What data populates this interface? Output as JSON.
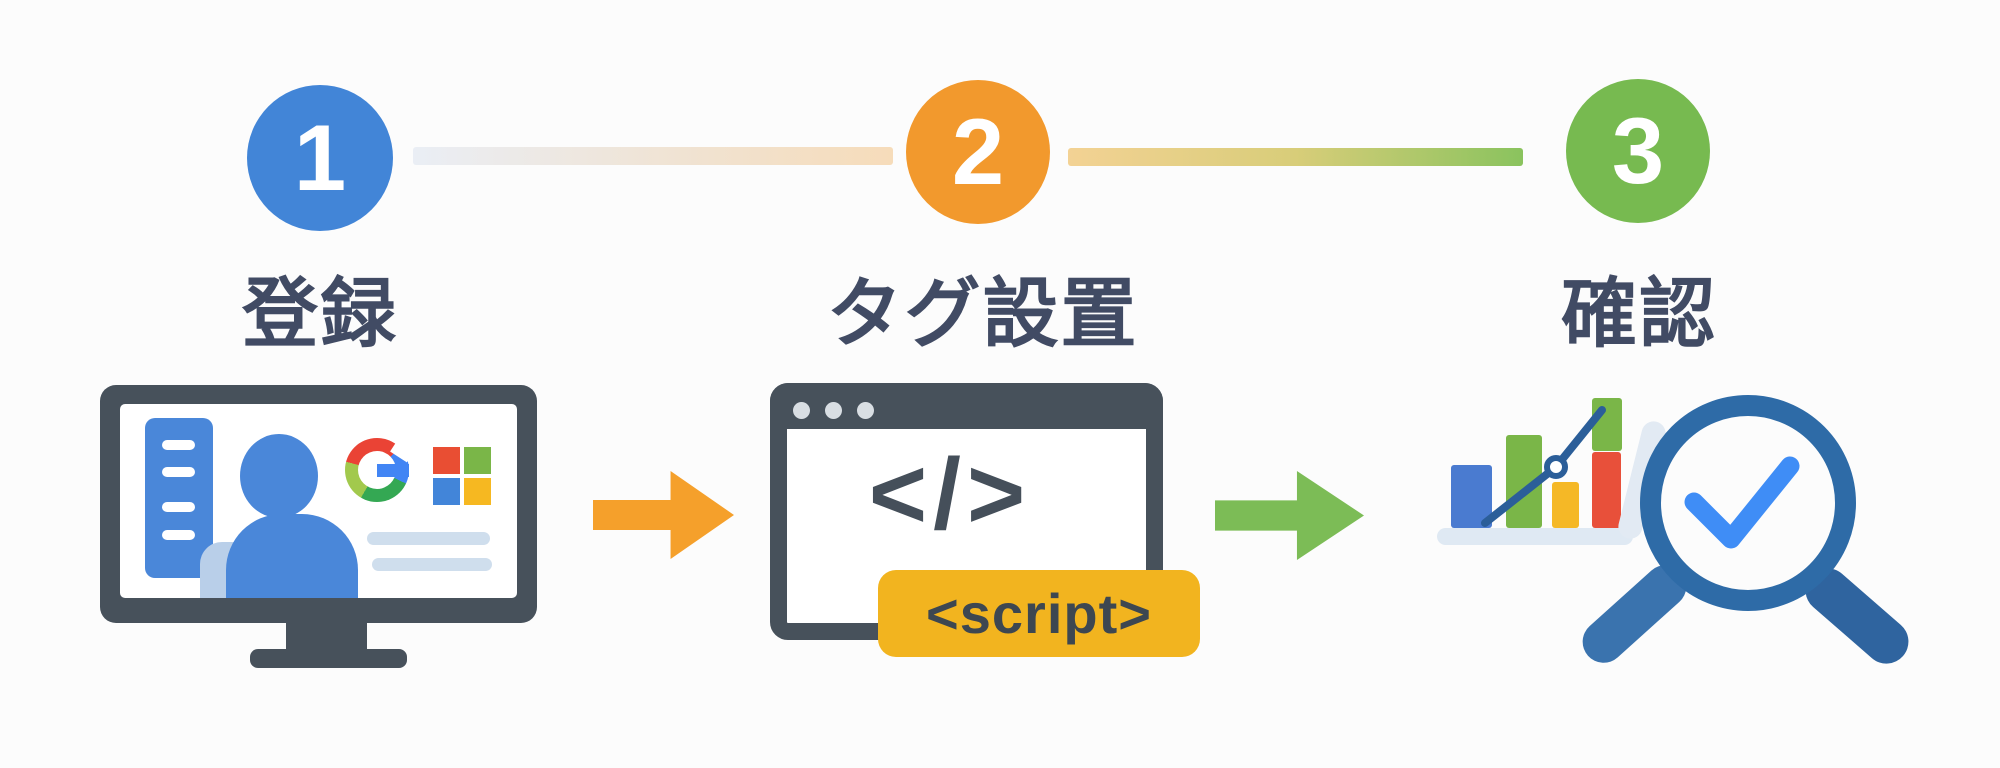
{
  "page": {
    "background": "#fcfcfc",
    "type": "3-step process infographic"
  },
  "steps": [
    {
      "number": "1",
      "label": "登録",
      "circle_color": "#4285d7"
    },
    {
      "number": "2",
      "label": "タグ設置",
      "circle_color": "#f2992d"
    },
    {
      "number": "3",
      "label": "確認",
      "circle_color": "#77ba50"
    }
  ],
  "connectors": [
    {
      "from_color": "#eaeef5",
      "to_color": "#f6dcba"
    },
    {
      "from_color": "#f3d294",
      "to_color": "#8ac35e"
    }
  ],
  "arrows": [
    {
      "name": "arrow-step1-to-step2",
      "color": "#f5a02b"
    },
    {
      "name": "arrow-step2-to-step3",
      "color": "#7cbc56"
    }
  ],
  "illustrations": {
    "monitor": {
      "frame_color": "#47515b",
      "accent_blue": "#4a87d9",
      "google_logo_colors": [
        "#ea4335",
        "#fbbc05",
        "#34a853",
        "#4285f4"
      ],
      "grid_logo_colors": [
        "#e94e33",
        "#7ab648",
        "#4285d9",
        "#f6b821"
      ]
    },
    "browser": {
      "code_glyph": "</>",
      "script_text": "<script>",
      "badge_color": "#f2b41f",
      "frame_color": "#47515b"
    },
    "analytics": {
      "bar_colors": [
        "#4a7bd0",
        "#7ab648",
        "#f5b826",
        "#e8503a"
      ],
      "trend_color": "#2b5e99",
      "magnifier_color": "#2e6ba7",
      "check_color": "#3f8df6"
    }
  }
}
